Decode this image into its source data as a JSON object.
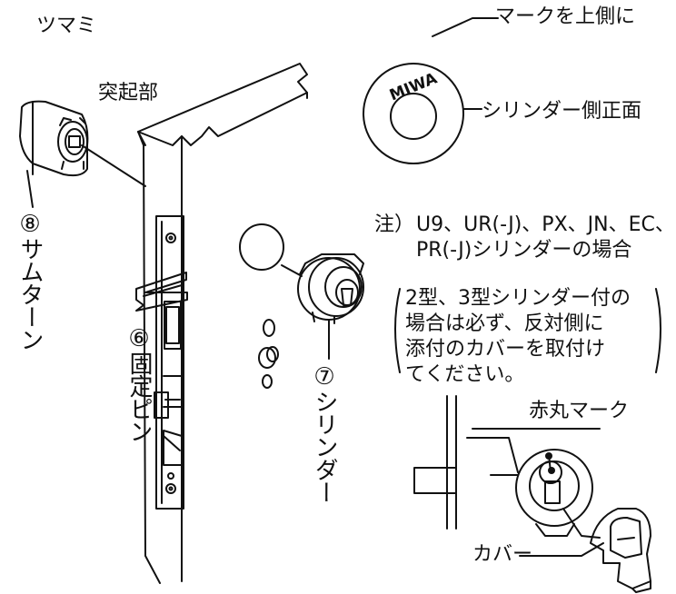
{
  "labels": {
    "tsumami": "ツマミ",
    "protrusion": "突起部",
    "thumb_turn": "⑧サムターン",
    "fixing_pin": "⑥固定ピン",
    "cylinder": "⑦シリンダー",
    "mark_top": "マークを上側に",
    "brand": "MIWA",
    "cylinder_front": "シリンダー側正面",
    "note_prefix": "注）",
    "note_line1": "U9、UR(-J)、PX、JN、EC、",
    "note_line2": "PR(-J)シリンダーの場合",
    "paren_line1": "2型、3型シリンダー付の",
    "paren_line2": "場合は必ず、反対側に",
    "paren_line3": "添付のカバーを取付け",
    "paren_line4": "てください。",
    "red_mark": "赤丸マーク",
    "cover": "カバー"
  }
}
